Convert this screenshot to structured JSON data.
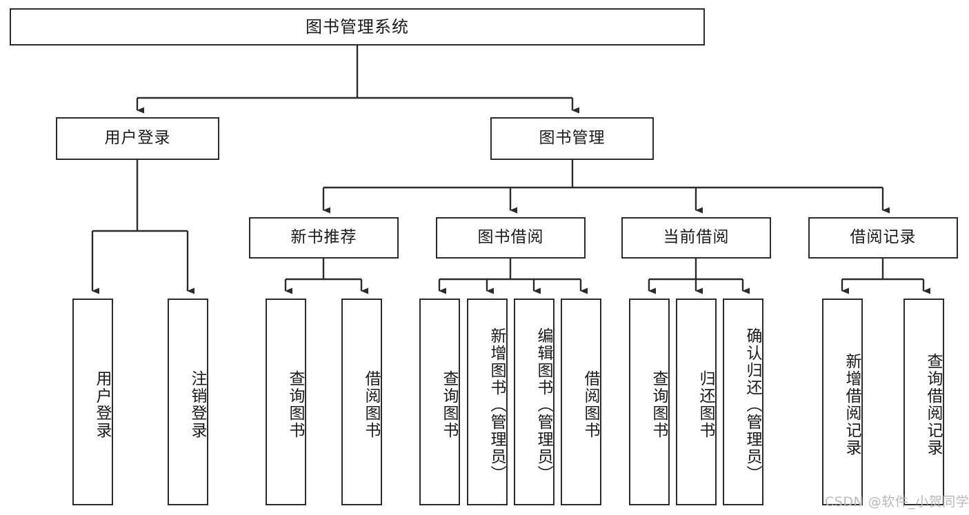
{
  "diagram": {
    "title": "图书管理系统",
    "root": {
      "label": "图书管理系统"
    },
    "level2": [
      {
        "label": "用户登录"
      },
      {
        "label": "图书管理"
      }
    ],
    "level3": [
      {
        "label": "新书推荐"
      },
      {
        "label": "图书借阅"
      },
      {
        "label": "当前借阅"
      },
      {
        "label": "借阅记录"
      }
    ],
    "leaves": {
      "user_login": [
        {
          "label": "用户登录"
        },
        {
          "label": "注销登录"
        }
      ],
      "new_book_recommend": [
        {
          "label": "查询图书"
        },
        {
          "label": "借阅图书"
        }
      ],
      "book_borrow": [
        {
          "label": "查询图书"
        },
        {
          "label": "新增图书（管理员）"
        },
        {
          "label": "编辑图书（管理员）"
        },
        {
          "label": "借阅图书"
        }
      ],
      "current_borrow": [
        {
          "label": "查询图书"
        },
        {
          "label": "归还图书"
        },
        {
          "label": "确认归还（管理员）"
        }
      ],
      "borrow_record": [
        {
          "label": "新增借阅记录"
        },
        {
          "label": "查询借阅记录"
        }
      ]
    }
  },
  "watermark": {
    "text": "CSDN @软件_小贺同学"
  },
  "colors": {
    "stroke": "#2b2b2b",
    "background": "#ffffff",
    "text": "#1a1a1a",
    "watermark": "#b9b9b9"
  }
}
